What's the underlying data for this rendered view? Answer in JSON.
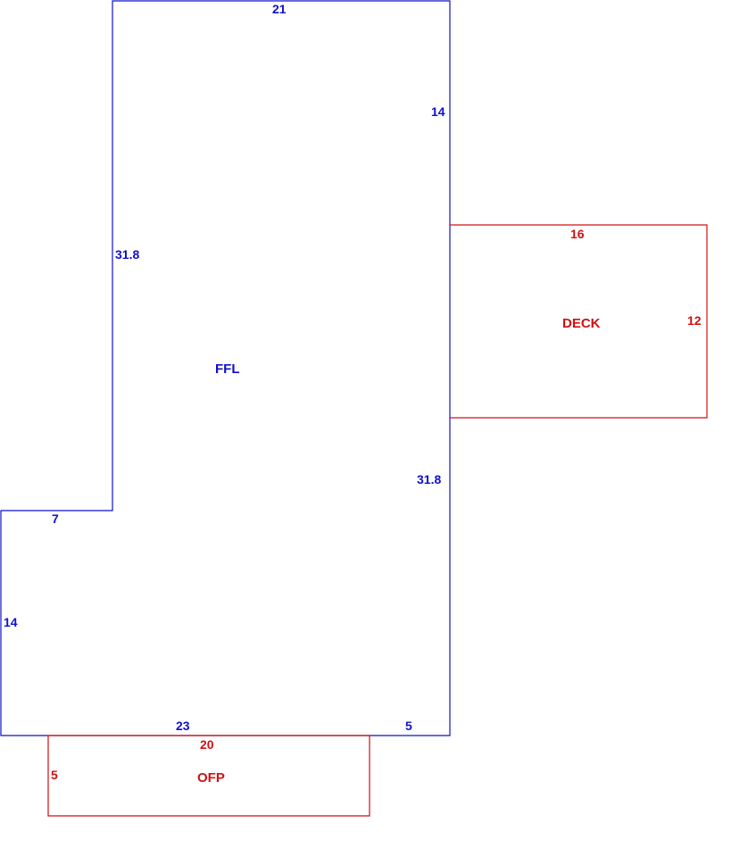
{
  "colors": {
    "main": "#1010cc",
    "addition": "#d01010",
    "background": "#ffffff"
  },
  "areas": [
    {
      "id": "ffl",
      "name": "FFL",
      "color": "main",
      "dimensions": [
        "21",
        "14",
        "31.8",
        "31.8",
        "7",
        "14",
        "23",
        "5"
      ]
    },
    {
      "id": "deck",
      "name": "DECK",
      "color": "addition",
      "dimensions": [
        "16",
        "12"
      ]
    },
    {
      "id": "ofp",
      "name": "OFP",
      "color": "addition",
      "dimensions": [
        "20",
        "5"
      ]
    }
  ]
}
